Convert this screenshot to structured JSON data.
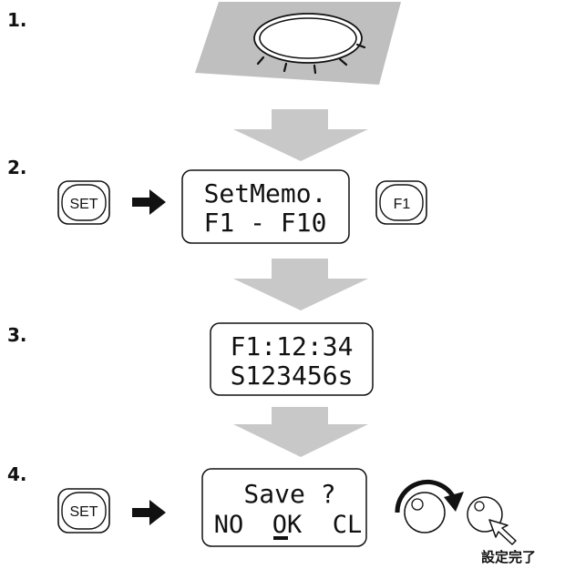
{
  "steps": {
    "s1": {
      "number": "1."
    },
    "s2": {
      "number": "2.",
      "left_button": "SET",
      "lcd_line1": "SetMemo.",
      "lcd_line2": "F1 - F10",
      "right_button": "F1"
    },
    "s3": {
      "number": "3.",
      "lcd_line1": "F1:12:34",
      "lcd_line2": "S123456s"
    },
    "s4": {
      "number": "4.",
      "left_button": "SET",
      "lcd_line1": "Save ?",
      "option_no": "NO",
      "option_ok": "OK",
      "option_cl": "CL",
      "caption": "設定完了"
    }
  },
  "colors": {
    "flow_arrow": "#c8c8c8",
    "panel": "#bfbfbf",
    "ink": "#111111"
  },
  "icons": {
    "step1": "flashing-lamp-icon",
    "step4_dial": "rotate-dial-icon",
    "step4_knob": "knob-icon",
    "step4_pointer": "pointer-arrow-icon"
  }
}
